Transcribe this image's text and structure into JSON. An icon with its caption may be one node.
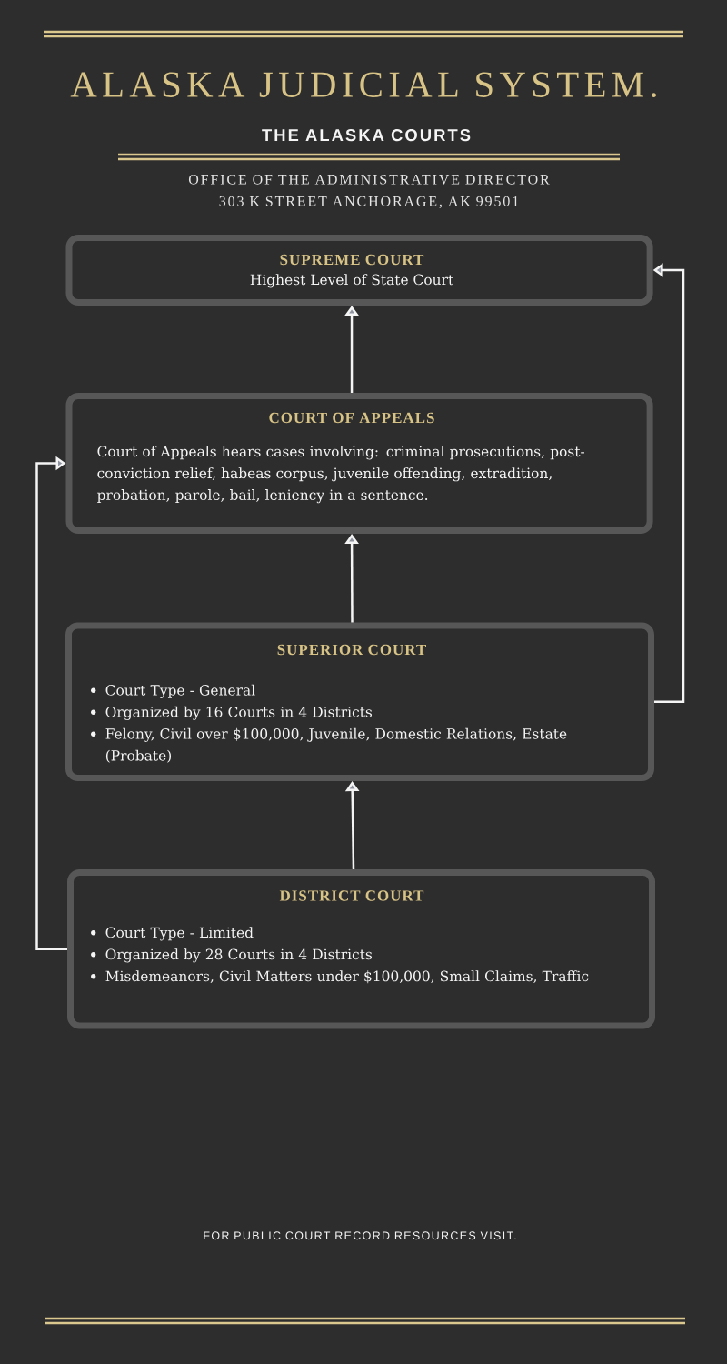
{
  "diagram": {
    "title": "ALASKA JUDICIAL SYSTEM.",
    "nodes": [
      {
        "text": [
          "SUPREME COURT",
          "Highest Level of State Court"
        ]
      },
      {
        "text": [
          "COURT OF APPEALS",
          "Court of Appeals hears cases involving: criminal prosecutions, post-conviction relief, habeas corpus, juvenile offending, extradition, probation, parole, bail, leniency in a sentence."
        ]
      },
      {
        "text": [
          "SUPERIOR COURT",
          "Court Type - General",
          "Organized by 16 Courts in 4 Districts",
          "Felony, Civil over $100,000, Juvenile, Domestic Relations, Estate (Probate)"
        ]
      },
      {
        "text": [
          "DISTRICT COURT",
          "Court Type - Limited",
          "Organized by 28 Courts in 4 Districts",
          "Misdemeanors, Civil Matters under $100,000, Small Claims, Traffic"
        ]
      }
    ],
    "edges": [
      {
        "from": 1,
        "to": 0,
        "arrow": "to"
      },
      {
        "from": 2,
        "to": 1,
        "arrow": "to"
      },
      {
        "from": 3,
        "to": 2,
        "arrow": "to"
      },
      {
        "from": 2,
        "to": 0,
        "arrow": "to"
      },
      {
        "from": 3,
        "to": 1,
        "arrow": "to"
      }
    ],
    "labels": [
      "THE ALASKA COURTS",
      "OFFICE OF THE ADMINISTRATIVE DIRECTOR",
      "303 K STREET ANCHORAGE, AK 99501",
      "FOR PUBLIC COURT RECORD RESOURCES VISIT."
    ]
  }
}
